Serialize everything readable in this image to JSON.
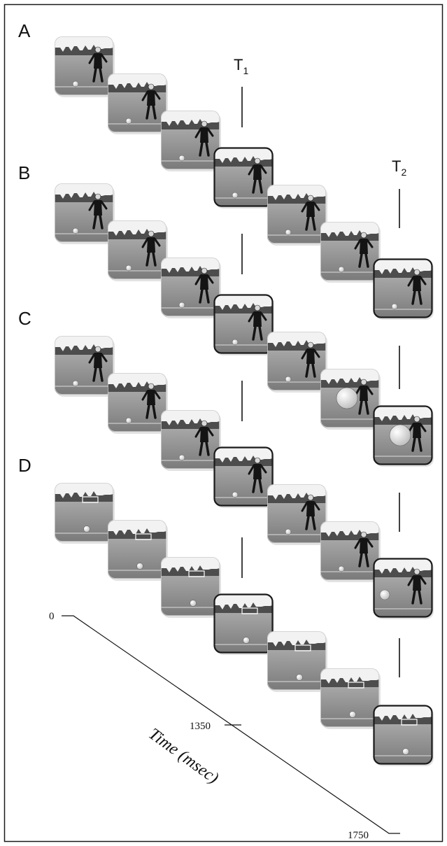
{
  "panels": {
    "a": "A",
    "b": "B",
    "c": "C",
    "d": "D"
  },
  "targets": {
    "t1": {
      "letter": "T",
      "sub": "1"
    },
    "t2": {
      "letter": "T",
      "sub": "2"
    }
  },
  "time_axis": {
    "title": "Time (msec)",
    "ticks": [
      "0",
      "1350",
      "1750"
    ]
  },
  "frame_content": {
    "a": [
      "kicker",
      "kicker",
      "kicker",
      "kicker",
      "kicker",
      "kicker",
      "kicker"
    ],
    "b": [
      "kicker",
      "kicker",
      "kicker",
      "kicker",
      "kicker",
      "kicker-ball-large",
      "kicker-ball-large"
    ],
    "c": [
      "kicker",
      "kicker",
      "kicker",
      "kicker",
      "kicker",
      "kicker",
      "kicker-ball-left"
    ],
    "d": [
      "ball-only",
      "ball-only",
      "ball-only",
      "ball-only",
      "ball-only",
      "ball-only",
      "ball-only"
    ]
  },
  "colors": {
    "frame_border": "#1a1a1a",
    "sky": "#f2f2f2",
    "field": "#8c8c8c",
    "treeline": "#4d4d4d",
    "figure": "#141414",
    "ball": "#f0f0f0"
  }
}
